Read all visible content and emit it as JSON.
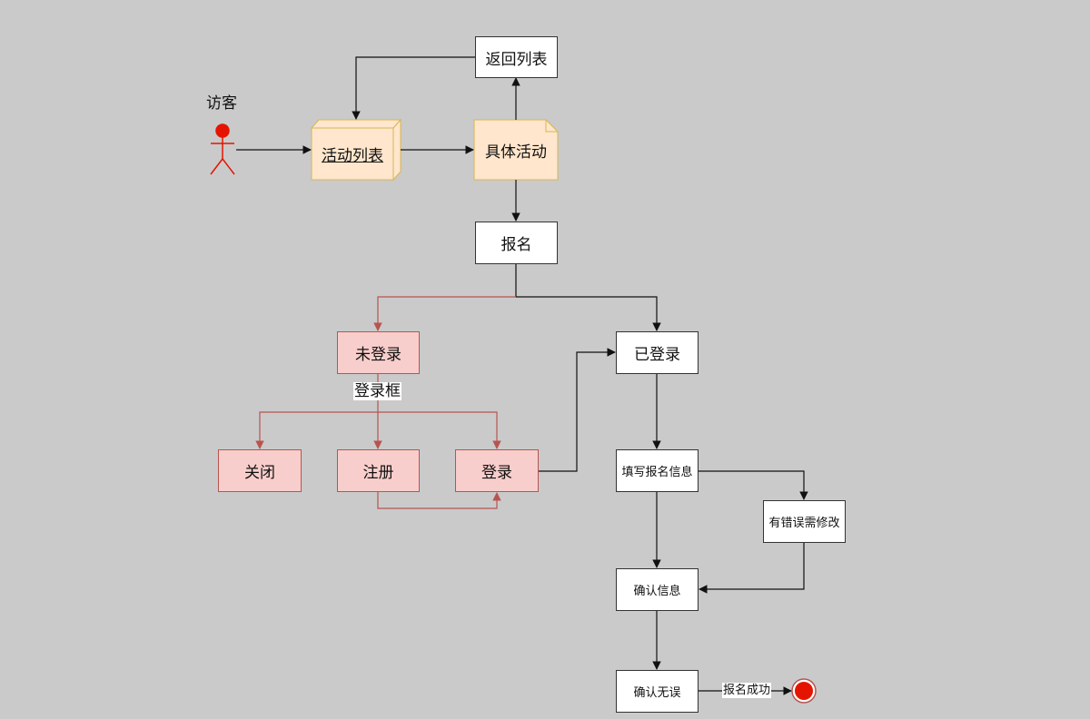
{
  "actor": {
    "label": "访客"
  },
  "nodes": {
    "activity_list": "活动列表",
    "activity_detail": "具体活动",
    "back_to_list": "返回列表",
    "signup": "报名",
    "not_logged_in": "未登录",
    "logged_in": "已登录",
    "close": "关闭",
    "register": "注册",
    "login": "登录",
    "fill_info": "填写报名信息",
    "needs_fix": "有错误需修改",
    "confirm_info": "确认信息",
    "confirmed_ok": "确认无误"
  },
  "edge_labels": {
    "login_box": "登录框",
    "signup_success": "报名成功"
  },
  "colors": {
    "background": "#cacaca",
    "note_fill": "#ffe6cc",
    "note_stroke": "#d6b656",
    "pink_fill": "#f8cecc",
    "pink_stroke": "#b85450",
    "actor": "#e51400",
    "end_state": "#e51400"
  }
}
